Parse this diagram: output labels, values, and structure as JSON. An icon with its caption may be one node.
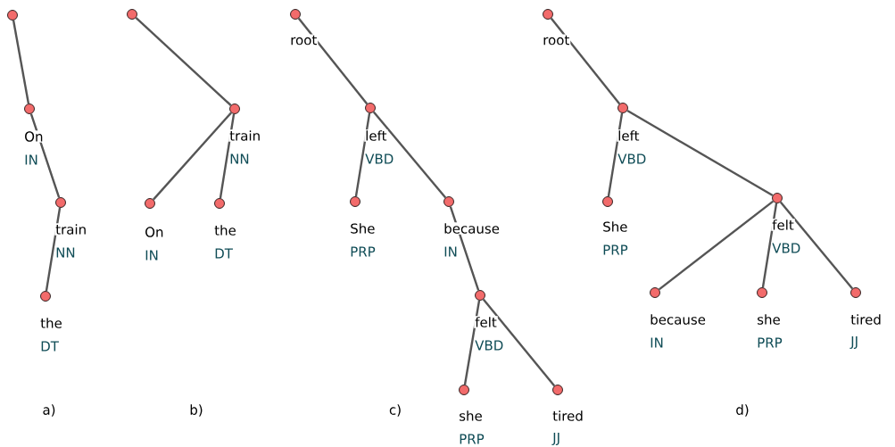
{
  "diagram": {
    "nodes": [
      {
        "text": [],
        "shape": "circle"
      },
      {
        "text": [],
        "shape": "circle",
        "beside": [
          "On",
          "IN"
        ]
      },
      {
        "text": [],
        "shape": "circle",
        "beside": [
          "train",
          "NN"
        ]
      },
      {
        "text": [],
        "shape": "circle",
        "beside": [
          "the",
          "DT"
        ]
      },
      {
        "text": [],
        "shape": "circle"
      },
      {
        "text": [],
        "shape": "circle",
        "beside": [
          "train",
          "NN"
        ]
      },
      {
        "text": [],
        "shape": "circle",
        "beside": [
          "On",
          "IN"
        ]
      },
      {
        "text": [],
        "shape": "circle",
        "beside": [
          "the",
          "DT"
        ]
      },
      {
        "text": [],
        "shape": "circle",
        "beside": [
          "root"
        ]
      },
      {
        "text": [],
        "shape": "circle",
        "beside": [
          "left",
          "VBD"
        ]
      },
      {
        "text": [],
        "shape": "circle",
        "beside": [
          "She",
          "PRP"
        ]
      },
      {
        "text": [],
        "shape": "circle",
        "beside": [
          "because",
          "IN"
        ]
      },
      {
        "text": [],
        "shape": "circle",
        "beside": [
          "felt",
          "VBD"
        ]
      },
      {
        "text": [],
        "shape": "circle",
        "beside": [
          "she",
          "PRP"
        ]
      },
      {
        "text": [],
        "shape": "circle",
        "beside": [
          "tired",
          "JJ"
        ]
      },
      {
        "text": [],
        "shape": "circle",
        "beside": [
          "root"
        ]
      },
      {
        "text": [],
        "shape": "circle",
        "beside": [
          "left",
          "VBD"
        ]
      },
      {
        "text": [],
        "shape": "circle",
        "beside": [
          "She",
          "PRP"
        ]
      },
      {
        "text": [],
        "shape": "circle",
        "beside": [
          "felt",
          "VBD"
        ]
      },
      {
        "text": [],
        "shape": "circle",
        "beside": [
          "because",
          "IN"
        ]
      },
      {
        "text": [],
        "shape": "circle",
        "beside": [
          "she",
          "PRP"
        ]
      },
      {
        "text": [],
        "shape": "circle",
        "beside": [
          "tired",
          "JJ"
        ]
      }
    ],
    "edges": [
      {
        "from": 0,
        "to": 1,
        "arrow": "none"
      },
      {
        "from": 1,
        "to": 2,
        "arrow": "none"
      },
      {
        "from": 2,
        "to": 3,
        "arrow": "none"
      },
      {
        "from": 4,
        "to": 5,
        "arrow": "none"
      },
      {
        "from": 5,
        "to": 6,
        "arrow": "none"
      },
      {
        "from": 5,
        "to": 7,
        "arrow": "none"
      },
      {
        "from": 8,
        "to": 9,
        "arrow": "none"
      },
      {
        "from": 9,
        "to": 10,
        "arrow": "none"
      },
      {
        "from": 9,
        "to": 11,
        "arrow": "none"
      },
      {
        "from": 11,
        "to": 12,
        "arrow": "none"
      },
      {
        "from": 12,
        "to": 13,
        "arrow": "none"
      },
      {
        "from": 12,
        "to": 14,
        "arrow": "none"
      },
      {
        "from": 15,
        "to": 16,
        "arrow": "none"
      },
      {
        "from": 16,
        "to": 17,
        "arrow": "none"
      },
      {
        "from": 16,
        "to": 18,
        "arrow": "none"
      },
      {
        "from": 18,
        "to": 19,
        "arrow": "none"
      },
      {
        "from": 18,
        "to": 20,
        "arrow": "none"
      },
      {
        "from": 18,
        "to": 21,
        "arrow": "none"
      }
    ],
    "labels": [
      "a)",
      "b)",
      "c)",
      "d)"
    ]
  }
}
